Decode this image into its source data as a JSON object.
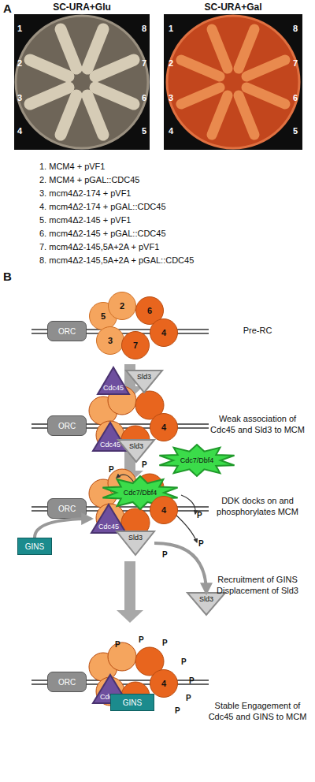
{
  "diagram": {
    "nodes": [
      {
        "text": [
          "ORC"
        ]
      },
      {
        "text": [
          "5"
        ]
      },
      {
        "text": [
          "2"
        ]
      },
      {
        "text": [
          "6"
        ]
      },
      {
        "text": [
          "3"
        ]
      },
      {
        "text": [
          "7"
        ]
      },
      {
        "text": [
          "4"
        ]
      },
      {
        "text": [
          "Cdc45"
        ]
      },
      {
        "text": [
          "Sld3"
        ]
      },
      {
        "text": [
          "ORC"
        ]
      },
      {
        "text": [
          "4"
        ]
      },
      {
        "text": [
          "Cdc45"
        ]
      },
      {
        "text": [
          "Sld3"
        ]
      },
      {
        "text": [
          "Cdc7/Dbf4"
        ]
      },
      {
        "text": [
          "ORC"
        ]
      },
      {
        "text": [
          "4"
        ]
      },
      {
        "text": [
          "Cdc7/Dbf4"
        ]
      },
      {
        "text": [
          "Cdc45"
        ]
      },
      {
        "text": [
          "Sld3"
        ]
      },
      {
        "text": [
          "GINS"
        ]
      },
      {
        "text": [
          "Sld3"
        ]
      },
      {
        "text": [
          "ORC"
        ]
      },
      {
        "text": [
          "4"
        ]
      },
      {
        "text": [
          "Cdc45"
        ]
      },
      {
        "text": [
          "GINS"
        ]
      }
    ],
    "edges": [
      {
        "from": 19,
        "to": 17,
        "arrow": "to"
      },
      {
        "from": 18,
        "to": 20,
        "arrow": "to"
      }
    ],
    "labels": [
      "A",
      "SC-URA+Glu",
      "SC-URA+Gal",
      "1",
      "2",
      "3",
      "4",
      "5",
      "6",
      "7",
      "8",
      "1",
      "2",
      "3",
      "4",
      "5",
      "6",
      "7",
      "8",
      "1. MCM4 + pVF1",
      "2. MCM4 + pGAL::CDC45",
      "3. mcm4Δ2-174 + pVF1",
      "4. mcm4Δ2-174 + pGAL::CDC45",
      "5. mcm4Δ2-145 + pVF1",
      "6. mcm4Δ2-145 + pGAL::CDC45",
      "7. mcm4Δ2-145,5A+2A + pVF1",
      "8. mcm4Δ2-145,5A+2A + pGAL::CDC45",
      "B",
      "Pre-RC",
      "Weak association of Cdc45 and Sld3 to MCM",
      "DDK docks on and phosphorylates MCM",
      "Recruitment of GINS",
      "Displacement of Sld3",
      "Stable Engagement of Cdc45 and GINS to MCM",
      "P",
      "P",
      "P",
      "P",
      "P",
      "P",
      "P",
      "P",
      "P",
      "P",
      "P",
      "P"
    ]
  }
}
